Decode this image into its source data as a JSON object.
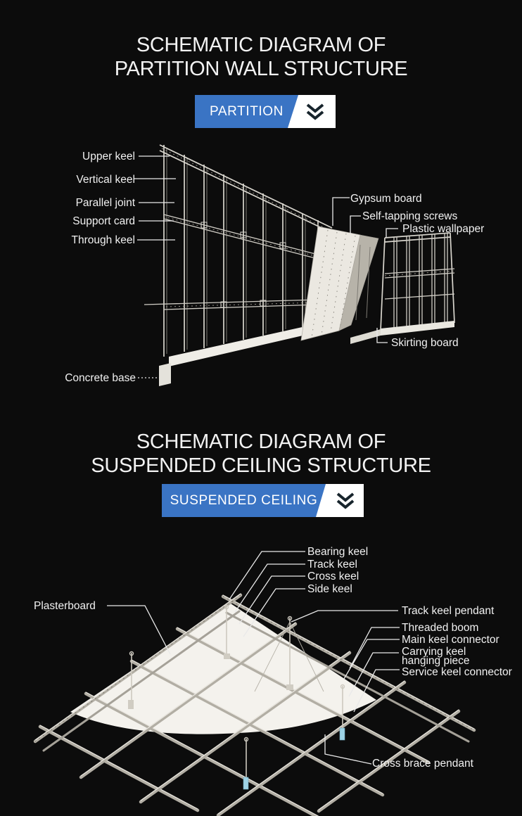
{
  "colors": {
    "background": "#0c0c0c",
    "accent_blue": "#3a74c4",
    "banner_white": "#ffffff",
    "chevron_dark": "#17242c",
    "diagram_line": "#d9d6ce",
    "text": "#f1f1f1",
    "pendant_clip_blue": "#9ed3e6"
  },
  "section_partition": {
    "title_line1": "SCHEMATIC DIAGRAM OF",
    "title_line2": "PARTITION WALL STRUCTURE",
    "banner_label": "PARTITION",
    "labels": {
      "upper_keel": "Upper keel",
      "vertical_keel": "Vertical keel",
      "parallel_joint": "Parallel joint",
      "support_card": "Support card",
      "through_keel": "Through keel",
      "gypsum_board": "Gypsum board",
      "self_tapping_screws": "Self-tapping screws",
      "plastic_wallpaper": "Plastic wallpaper",
      "skirting_board": "Skirting board",
      "concrete_base": "Concrete base"
    }
  },
  "section_ceiling": {
    "title_line1": "SCHEMATIC DIAGRAM OF",
    "title_line2": "SUSPENDED CEILING STRUCTURE",
    "banner_label": "SUSPENDED CEILING",
    "labels": {
      "bearing_keel": "Bearing keel",
      "track_keel": "Track keel",
      "cross_keel": "Cross keel",
      "side_keel": "Side keel",
      "plasterboard": "Plasterboard",
      "track_keel_pendant": "Track keel pendant",
      "threaded_boom": "Threaded boom",
      "main_keel_connector": "Main keel connector",
      "carrying_keel_line1": "Carrying keel",
      "carrying_keel_line2": "hanging piece",
      "service_keel_connector": "Service keel connector",
      "cross_brace_pendant": "Cross brace pendant"
    }
  }
}
